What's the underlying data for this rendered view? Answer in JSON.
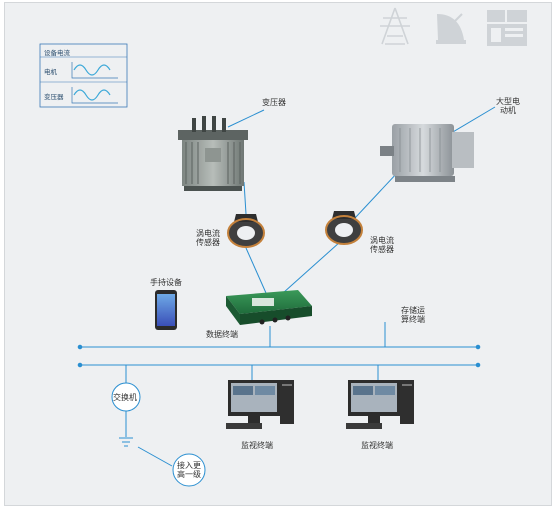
{
  "legend": {
    "title": "设备电流",
    "rows": [
      "电机",
      "变压器"
    ]
  },
  "labels": {
    "transformer": "变压器",
    "motor_line1": "大型电",
    "motor_line2": "动机",
    "sensor_left_line1": "涡电流",
    "sensor_left_line2": "传感器",
    "sensor_right_line1": "涡电流",
    "sensor_right_line2": "传感器",
    "handheld": "手持设备",
    "data_terminal": "数据终端",
    "storage_line1": "存储运",
    "storage_line2": "算终端",
    "switch": "交换机",
    "monitor_left": "监视终端",
    "monitor_right": "监视终端",
    "uplink_line1": "接入更",
    "uplink_line2": "高一级"
  },
  "colors": {
    "line_blue": "#2a8fd1",
    "legend_border": "#3a78b5",
    "wave_blue": "#3aa8d8",
    "icon_gray": "#cfd3d7"
  },
  "icons": [
    "power-tower-icon",
    "satellite-dish-icon",
    "server-rack-icon"
  ]
}
